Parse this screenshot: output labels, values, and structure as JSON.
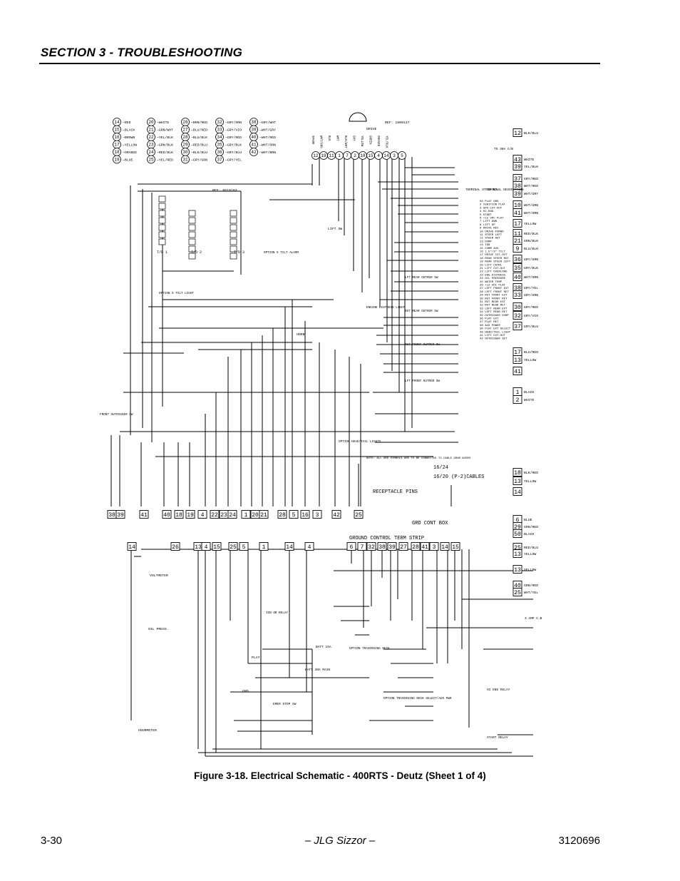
{
  "header": {
    "section_title": "SECTION 3 - TROUBLESHOOTING"
  },
  "figure": {
    "caption": "Figure 3-18.  Electrical Schematic - 400RTS - Deutz (Sheet 1 of 4)",
    "schematic": {
      "ref_top": "REF: 1800137",
      "drive_label": "DRIVE",
      "ref_td": "REF: 0610103",
      "to_30a": "TO 30A C/B",
      "terminal_strip_hdr": "TERMINAL STRIP NO.",
      "terminal_desc_hdr": "TERMINAL DESCRIPTION",
      "ground_control_term_strip": "GROUND CONTROL TERM STRIP",
      "grd_cont_box": "GRD CONT BOX",
      "receptacle_pins": "RECEPTACLE PINS",
      "cables_1": "16/24",
      "cables_2": "16/20 (P-2)CABLES",
      "note": "NOTE: ALL GRD SYMBOLS ARE TO BE CONNECTED TO CABLE GRND WIRES",
      "voltmeter": "VOLTMETER",
      "oil_press": "OIL PRESS.",
      "hourmeter": "HOURMETER",
      "start_relay": "START RELAY",
      "hi_eng_relay": "HI ENG RELAY",
      "amp_cb": "3 AMP C.B.",
      "batt_15a": "BATT 15A",
      "batt_30a": "BATT 30A MAIN",
      "emer_stop": "EMER STOP SW",
      "plat": "PLAT",
      "grd": "GRD",
      "horn": "HORN",
      "lift_sw": "LIFT SW",
      "front_outrigger": "FRONT OUTRIGGER SW",
      "option_tilt": "OPTION 5 TILT ALARM",
      "option_tilt_light": "OPTION 5 TILT LIGHT",
      "engine_distress": "ENGINE DISTRESS LIGHT",
      "option_head_tail": "OPTION HEAD/TAIL LIGHTS",
      "option_traversing": "OPTION TRAVERSING DECK",
      "option_traversing_aux": "OPTION TRAVERSING DECK SELECT/AUX PWR",
      "ign_relay": "IGN OR RELAY",
      "td1": "T/D 1",
      "td2": "T/D 2",
      "td3": "T/D 3",
      "lift_rear_outrgr": "LFT REAR OUTRGR SW",
      "rgt_rear_outrgr": "RGT REAR OUTRGR SW",
      "rgt_front_outrgr": "RGT FRONT OUTRGR SW",
      "lft_front_outrgr": "LFT FRONT OUTRGR SW",
      "legend": [
        {
          "n": "14",
          "c": "RED"
        },
        {
          "n": "15",
          "c": "BLACK"
        },
        {
          "n": "16",
          "c": "BROWN"
        },
        {
          "n": "17",
          "c": "YELLOW"
        },
        {
          "n": "18",
          "c": "ORANGE"
        },
        {
          "n": "19",
          "c": "BLUE"
        },
        {
          "n": "20",
          "c": "WHITE"
        },
        {
          "n": "21",
          "c": "GRN/WHT"
        },
        {
          "n": "22",
          "c": "YEL/BLK"
        },
        {
          "n": "23",
          "c": "GRN/BLK"
        },
        {
          "n": "24",
          "c": "RED/BLK"
        },
        {
          "n": "25",
          "c": "YEL/RED"
        },
        {
          "n": "26",
          "c": "BRN/RED"
        },
        {
          "n": "27",
          "c": "BLU/RED"
        },
        {
          "n": "28",
          "c": "BLU/BLK"
        },
        {
          "n": "29",
          "c": "RED/BLU"
        },
        {
          "n": "30",
          "c": "BLK/BLU"
        },
        {
          "n": "31",
          "c": "GRY/GRN"
        },
        {
          "n": "32",
          "c": "GRY/ORN"
        },
        {
          "n": "33",
          "c": "GRY/VIO"
        },
        {
          "n": "34",
          "c": "GRY/RED"
        },
        {
          "n": "35",
          "c": "GRY/BLK"
        },
        {
          "n": "36",
          "c": "GRY/BLU"
        },
        {
          "n": "37",
          "c": "GRY/YEL"
        },
        {
          "n": "38",
          "c": "GRY/WHT"
        },
        {
          "n": "39",
          "c": "WHT/GRY"
        },
        {
          "n": "40",
          "c": "WHT/RED"
        },
        {
          "n": "41",
          "c": "WHT/ORN"
        },
        {
          "n": "42",
          "c": "WHT/BRN"
        }
      ],
      "top_connector_wires": [
        "SPARE",
        "WHT/ORN",
        "BLK",
        "WHT",
        "BLK/WHT",
        "GRY",
        "YELLOW",
        "GREEN",
        "ORANGE",
        "YEL/BLK"
      ],
      "top_connector_pins": [
        "12",
        "19",
        "11",
        "1",
        "7",
        "2",
        "18",
        "15",
        "4",
        "14",
        "3",
        "5"
      ],
      "right_pins": [
        {
          "n": "12",
          "c": "BLK/BLU"
        },
        {
          "n": "43",
          "c": "WHITE"
        },
        {
          "n": "39",
          "c": "YEL/BLK"
        },
        {
          "n": "37",
          "c": "GRY/RED"
        },
        {
          "n": "38",
          "c": "WHT/RED"
        },
        {
          "n": "39",
          "c": "WHT/GRY"
        },
        {
          "n": "10",
          "c": "WHT/GRN"
        },
        {
          "n": "41",
          "c": "WHT/ORN"
        },
        {
          "n": "17",
          "c": "YELLOW"
        },
        {
          "n": "11",
          "c": "RED/BLK"
        },
        {
          "n": "21",
          "c": "GRN/BLK"
        },
        {
          "n": "9",
          "c": "BLU/BLK"
        },
        {
          "n": "36",
          "c": "GRY/GRN"
        },
        {
          "n": "35",
          "c": "GRY/BLK"
        },
        {
          "n": "40",
          "c": "WHT/ORN"
        },
        {
          "n": "38",
          "c": "GRY/YEL"
        },
        {
          "n": "33",
          "c": "GRY/GRN"
        },
        {
          "n": "30",
          "c": "GRY/RED"
        },
        {
          "n": "32",
          "c": "GRY/VIO"
        },
        {
          "n": "37",
          "c": "GRY/BLU"
        },
        {
          "n": "17",
          "c": "BLU/RED"
        },
        {
          "n": "13",
          "c": "YELLOW"
        },
        {
          "n": "41",
          "c": ""
        },
        {
          "n": "1",
          "c": "BLACK"
        },
        {
          "n": "2",
          "c": "WHITE"
        }
      ],
      "terminal_strip_desc": [
        "50 PLAT GRD",
        "2 IGNITION PLAT",
        "3 SPD CUT-OUT",
        "4 HI-ENG",
        "5 START",
        "6 +12 VDC PLAT",
        "7 LIFT DWN",
        "8 LIFT UP",
        "9 DRIVE REV",
        "10 DRIVE FORWD",
        "11 STEER LEFT",
        "12 STEER RGT",
        "13 DUMP",
        "14 IGN",
        "15 COMM AUX",
        "16 1.5\"/3\" TILT",
        "17 DRIVE CUT-OUT",
        "18 REAR STEER RGT",
        "19 REAR STEER LEFT",
        "20 LIFT CNTRL",
        "21 LIFT CUT-OUT",
        "22 LIFT OVERLOAD",
        "23 ENG DISTRESS",
        "24 OIL PRESSURE",
        "25 WATER TEMP",
        "26 +12 VDC PLAT",
        "27 LEFT FRONT EXT",
        "28 LEFT FRONT RET",
        "29 RGT FRONT EXT",
        "30 RGT FRONT RET",
        "31 RGT REAR EXT",
        "32 RGT REAR RET",
        "33 LEFT REAR EXT",
        "34 LEFT REAR RET",
        "35 OUTRIGGER DUMP",
        "36 PLAT EXT",
        "37 PLAT RET",
        "38 AUX POWER",
        "39 PLAT EXT SELECT",
        "40 HEAD/TAIL LIGHT",
        "41 LIFT CUT-OUT",
        "42 OUTRIGGER SET"
      ],
      "bottom_pins": [
        "38",
        "39",
        "41",
        "40",
        "18",
        "19",
        "4",
        "22",
        "23",
        "24",
        "1",
        "20",
        "21",
        "28",
        "5",
        "16",
        "3",
        "42",
        "25"
      ],
      "lower_pins": [
        "14",
        "26",
        "13",
        "4",
        "15",
        "25",
        "5",
        "1",
        "14",
        "4",
        "6",
        "7",
        "32",
        "38",
        "39",
        "27",
        "28",
        "41",
        "3",
        "14",
        "15"
      ],
      "lower_right_pins": [
        {
          "n": "6",
          "c": "BLUE"
        },
        {
          "n": "29",
          "c": "GRN/RED"
        },
        {
          "n": "50",
          "c": "BLACK"
        },
        {
          "n": "25",
          "c": "RED/BLU"
        },
        {
          "n": "13",
          "c": "YELLOW"
        },
        {
          "n": "13",
          "c": "YELLOW"
        },
        {
          "n": "40",
          "c": "GRN/RED"
        },
        {
          "n": "25",
          "c": "WHT/YEL"
        }
      ],
      "mid_right_pins": [
        {
          "n": "18",
          "c": "BLK/RED"
        },
        {
          "n": "13",
          "c": "YELLOW"
        },
        {
          "n": "14",
          "c": ""
        }
      ]
    }
  },
  "footer": {
    "page_number": "3-30",
    "manual_title": "– JLG Sizzor –",
    "doc_number": "3120696"
  }
}
